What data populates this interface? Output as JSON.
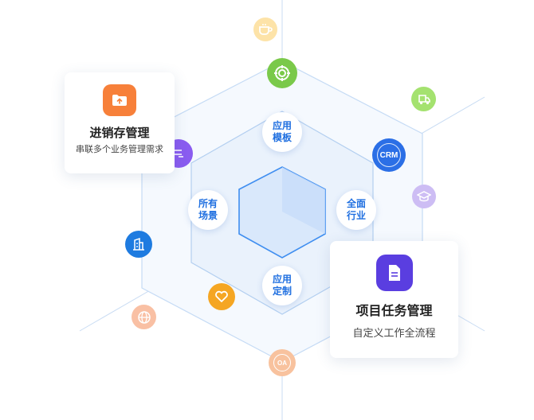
{
  "center_labels": {
    "top": [
      "应用",
      "模板"
    ],
    "left": [
      "所有",
      "场景"
    ],
    "right": [
      "全面",
      "行业"
    ],
    "bottom": [
      "应用",
      "定制"
    ]
  },
  "nodes": {
    "crm": {
      "text": "CRM",
      "color": "#2b6fe6"
    },
    "oa": {
      "text": "OA",
      "color": "#f7b98f"
    },
    "target": {
      "icon": "target-icon",
      "color": "#7ac94a"
    },
    "cup": {
      "icon": "coffee-cup-icon",
      "color": "#fcd98e"
    },
    "truck": {
      "icon": "truck-icon",
      "color": "#9ee06a"
    },
    "graduation": {
      "icon": "graduation-cap-icon",
      "color": "#c6b4f2"
    },
    "building": {
      "icon": "building-icon",
      "color": "#1e7be0"
    },
    "heart": {
      "icon": "heart-icon",
      "color": "#f5a623"
    },
    "globe": {
      "icon": "globe-icon",
      "color": "#f7b99a"
    },
    "purple": {
      "icon": "purple-app-icon",
      "color": "#8a5cf0"
    }
  },
  "cards": {
    "inventory": {
      "title": "进销存管理",
      "subtitle": "串联多个业务管理需求",
      "icon": "folder-upload-icon",
      "icon_color": "#f7803a"
    },
    "project": {
      "title": "项目任务管理",
      "subtitle": "自定义工作全流程",
      "icon": "document-icon",
      "icon_color": "#5a3ee0"
    }
  }
}
